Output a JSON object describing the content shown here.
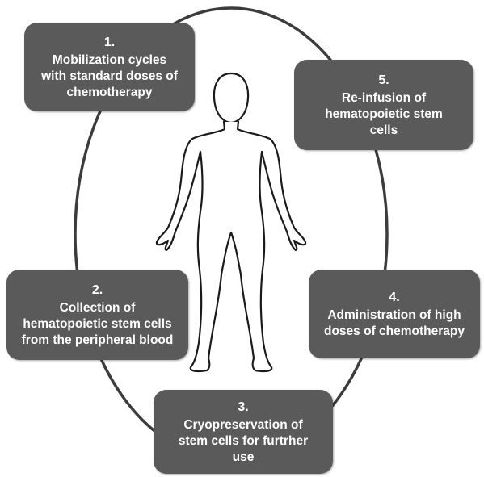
{
  "colors": {
    "box_fill": "#5a5a5a",
    "box_text": "#ffffff",
    "outline": "#3c3c3c"
  },
  "figure": {
    "icon": "human-body-outline-icon"
  },
  "steps": [
    {
      "number": "1.",
      "text": "Mobilization cycles\nwith standard doses of\nchemotherapy"
    },
    {
      "number": "2.",
      "text": "Collection of\nhematopoietic stem cells\nfrom the peripheral blood"
    },
    {
      "number": "3.",
      "text": "Cryopreservation of\nstem cells for furtrher\nuse"
    },
    {
      "number": "4.",
      "text": "Administration of high\ndoses of chemotherapy"
    },
    {
      "number": "5.",
      "text": "Re-infusion of\nhematopoietic stem\ncells"
    }
  ]
}
